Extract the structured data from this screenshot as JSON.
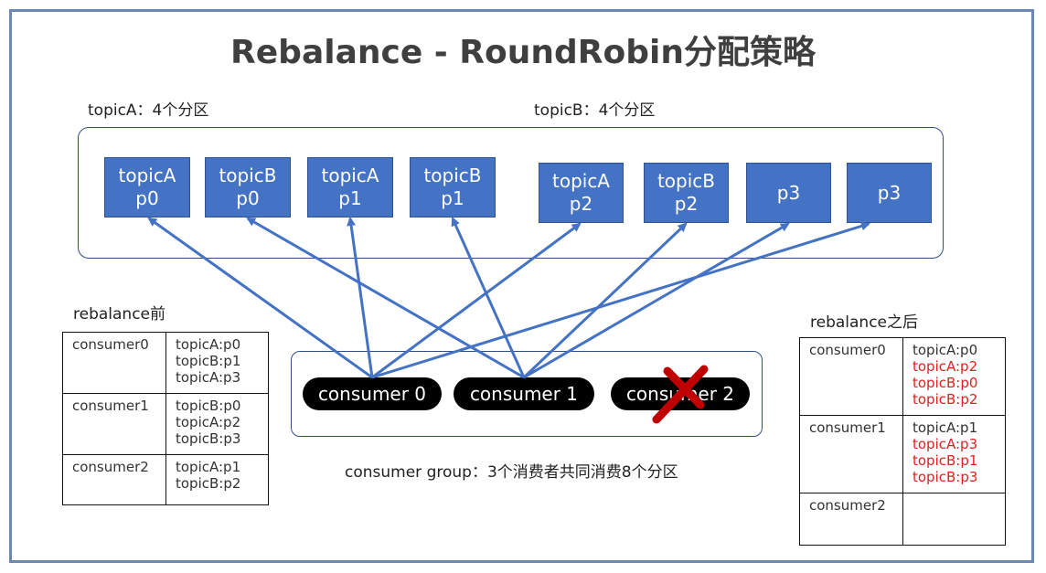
{
  "title": "Rebalance - RoundRobin分配策略",
  "topicA_label": "topicA：4个分区",
  "topicB_label": "topicB：4个分区",
  "partitions": [
    {
      "line1": "topicA",
      "line2": "p0"
    },
    {
      "line1": "topicB",
      "line2": "p0"
    },
    {
      "line1": "topicA",
      "line2": "p1"
    },
    {
      "line1": "topicB",
      "line2": "p1"
    },
    {
      "line1": "topicA",
      "line2": "p2"
    },
    {
      "line1": "topicB",
      "line2": "p2"
    },
    {
      "line1": "",
      "line2": "p3"
    },
    {
      "line1": "",
      "line2": "p3"
    }
  ],
  "consumers": [
    "consumer 0",
    "consumer 1",
    "consumer 2"
  ],
  "group_caption": "consumer group：3个消费者共同消费8个分区",
  "before": {
    "heading": "rebalance前",
    "rows": [
      {
        "name": "consumer0",
        "items": [
          {
            "text": "topicA:p0"
          },
          {
            "text": "topicB:p1"
          },
          {
            "text": "topicA:p3"
          }
        ]
      },
      {
        "name": "consumer1",
        "items": [
          {
            "text": "topicB:p0"
          },
          {
            "text": "topicA:p2"
          },
          {
            "text": "topicB:p3"
          }
        ]
      },
      {
        "name": "consumer2",
        "items": [
          {
            "text": "topicA:p1"
          },
          {
            "text": "topicB:p2"
          }
        ]
      }
    ]
  },
  "after": {
    "heading": "rebalance之后",
    "rows": [
      {
        "name": "consumer0",
        "items": [
          {
            "text": "topicA:p0",
            "new": false
          },
          {
            "text": "topicA:p2",
            "new": true
          },
          {
            "text": "topicB:p0",
            "new": true
          },
          {
            "text": "topicB:p2",
            "new": true
          }
        ]
      },
      {
        "name": "consumer1",
        "items": [
          {
            "text": "topicA:p1",
            "new": false
          },
          {
            "text": "topicA:p3",
            "new": true
          },
          {
            "text": "topicB:p1",
            "new": true
          },
          {
            "text": "topicB:p3",
            "new": true
          }
        ]
      },
      {
        "name": "consumer2",
        "items": []
      }
    ]
  },
  "colors": {
    "partition": "#4472c4",
    "arrow": "#4472c4",
    "removed_mark": "#c00000",
    "new_assignment": "#e02020"
  }
}
